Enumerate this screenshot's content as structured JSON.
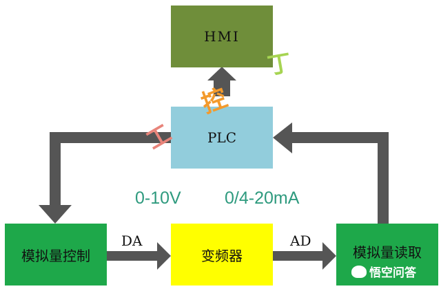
{
  "nodes": {
    "hmi": "HMI",
    "plc": "PLC",
    "analog_control": "模拟量控制",
    "inverter": "变频器",
    "analog_read": "模拟量读取"
  },
  "edges": {
    "da": "DA",
    "ad": "AD"
  },
  "signals": {
    "voltage": "0-10V",
    "current": "0/4-20mA"
  },
  "handwritten": [
    "工",
    "控",
    "丁"
  ],
  "watermark": "悟空问答",
  "colors": {
    "hmi": "#6f8e3a",
    "plc": "#92cddc",
    "green": "#1ea84a",
    "yellow": "#ffff00",
    "arrow": "#555555",
    "signal": "#2e9a7e"
  }
}
